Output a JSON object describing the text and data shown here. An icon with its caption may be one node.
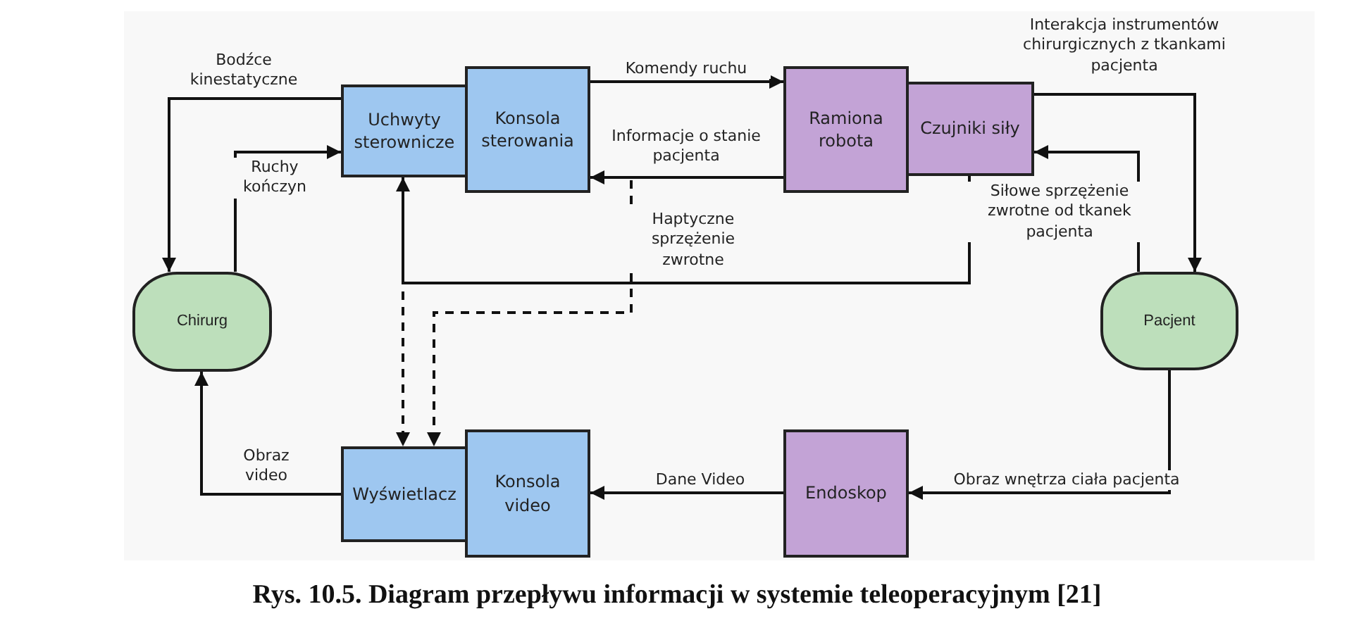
{
  "diagram": {
    "caption": "Rys. 10.5. Diagram przepływu informacji w systemie teleoperacyjnym [21]",
    "nodes": [
      {
        "text": [
          "Chirurg"
        ]
      },
      {
        "text": [
          "Uchwyty sterownicze"
        ]
      },
      {
        "text": [
          "Konsola sterowania"
        ]
      },
      {
        "text": [
          "Ramiona robota"
        ]
      },
      {
        "text": [
          "Czujniki siły"
        ]
      },
      {
        "text": [
          "Pacjent"
        ]
      },
      {
        "text": [
          "Wyświetlacz"
        ]
      },
      {
        "text": [
          "Konsola video"
        ]
      },
      {
        "text": [
          "Endoskop"
        ]
      }
    ],
    "edges": [
      {
        "from": 1,
        "to": 0,
        "arrow": "to",
        "label": "Bodźce kinestatyczne"
      },
      {
        "from": 0,
        "to": 1,
        "arrow": "to",
        "label": "Ruchy kończyn"
      },
      {
        "from": 2,
        "to": 3,
        "arrow": "to",
        "label": "Komendy ruchu"
      },
      {
        "from": 3,
        "to": 2,
        "arrow": "to",
        "label": "Informacje o stanie pacjenta"
      },
      {
        "from": 4,
        "to": 1,
        "arrow": "to",
        "label": "Haptyczne sprzężenie zwrotne"
      },
      {
        "from": 4,
        "to": 5,
        "arrow": "to",
        "label": "Interakcja instrumentów chirurgicznych z tkankami pacjenta"
      },
      {
        "from": 5,
        "to": 4,
        "arrow": "to",
        "label": "Siłowe sprzężenie zwrotne od tkanek pacjenta"
      },
      {
        "from": 5,
        "to": 8,
        "arrow": "to",
        "label": "Obraz wnętrza ciała pacjenta"
      },
      {
        "from": 8,
        "to": 7,
        "arrow": "to",
        "label": "Dane Video"
      },
      {
        "from": 6,
        "to": 0,
        "arrow": "to",
        "label": "Obraz video"
      },
      {
        "from": 4,
        "to": 6,
        "arrow": "to",
        "style": "dashed"
      },
      {
        "from": 3,
        "to": 6,
        "arrow": "to",
        "style": "dashed"
      }
    ]
  }
}
